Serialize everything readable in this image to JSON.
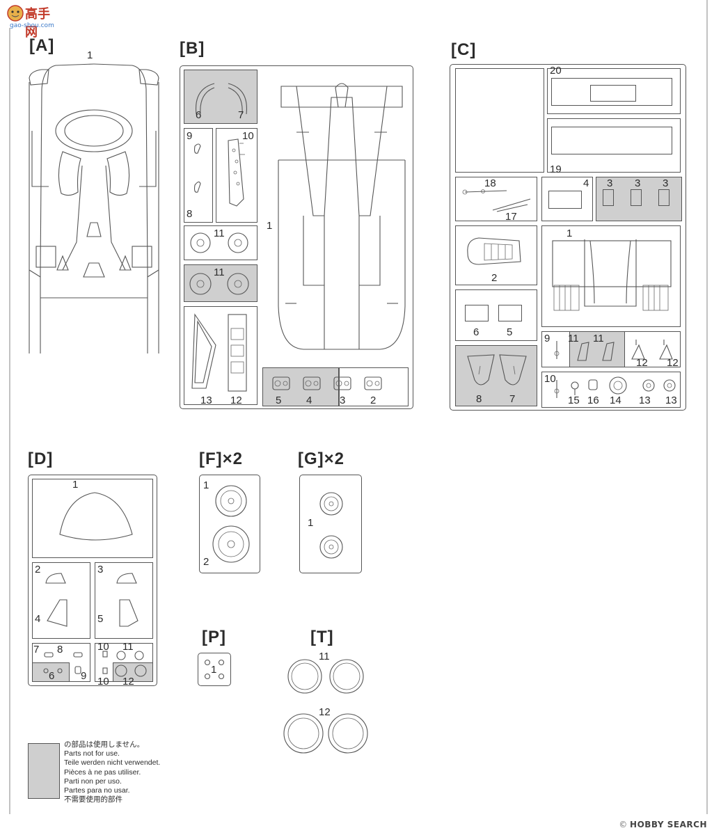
{
  "watermark": {
    "site_name": "高手网",
    "site_url": "gao-shou.com"
  },
  "sections": {
    "A": {
      "label": "[A]",
      "parts": [
        "1"
      ]
    },
    "B": {
      "label": "[B]",
      "parts": [
        "6",
        "7",
        "9",
        "10",
        "8",
        "11",
        "11",
        "13",
        "12",
        "1",
        "5",
        "4",
        "3",
        "2"
      ]
    },
    "C": {
      "label": "[C]",
      "parts": [
        "20",
        "19",
        "18",
        "17",
        "4",
        "3",
        "3",
        "3",
        "1",
        "2",
        "6",
        "5",
        "9",
        "11",
        "11",
        "12",
        "12",
        "8",
        "7",
        "10",
        "15",
        "16",
        "14",
        "13",
        "13"
      ]
    },
    "D": {
      "label": "[D]",
      "parts": [
        "1",
        "2",
        "3",
        "4",
        "5",
        "7",
        "8",
        "6",
        "9",
        "10",
        "11",
        "10",
        "12"
      ]
    },
    "F": {
      "label": "[F]×2",
      "parts": [
        "1",
        "2"
      ]
    },
    "G": {
      "label": "[G]×2",
      "parts": [
        "1"
      ]
    },
    "P": {
      "label": "[P]",
      "parts": [
        "1"
      ]
    },
    "T": {
      "label": "[T]",
      "parts": [
        "11",
        "12"
      ]
    }
  },
  "legend": {
    "lines": [
      "の部品は使用しません。",
      "Parts not for use.",
      "Teile werden nicht verwendet.",
      "Pièces à ne pas utiliser.",
      "Parti non per uso.",
      "Partes para no usar.",
      "不需要使用的部件"
    ],
    "shade_color": "#cfcfcf"
  },
  "credit": {
    "brand": "HOBBY SEARCH",
    "icon": "hobbysearch-logo-icon"
  }
}
